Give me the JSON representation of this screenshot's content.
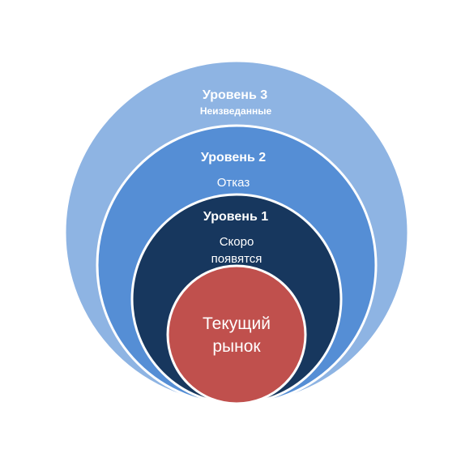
{
  "diagram": {
    "level3": {
      "title": "Уровень 3",
      "subtitle": "Неизведанные",
      "color": "#8EB4E3"
    },
    "level2": {
      "title": "Уровень 2",
      "subtitle": "Отказ",
      "color": "#558ED5"
    },
    "level1": {
      "title": "Уровень 1",
      "subtitle_line1": "Скоро",
      "subtitle_line2": "появятся",
      "color": "#17375E"
    },
    "core": {
      "line1": "Текущий",
      "line2": "рынок",
      "color": "#C0504D"
    },
    "stroke_color": "#FFFFFF"
  }
}
